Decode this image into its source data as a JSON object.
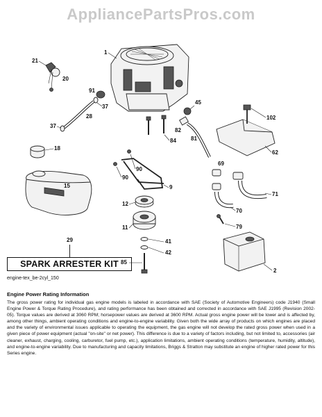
{
  "header": {
    "watermark": "AppliancePartsPros.com"
  },
  "callouts": {
    "c1": "1",
    "c21": "21",
    "c20": "20",
    "c91": "91",
    "c37a": "37",
    "c28": "28",
    "c37b": "37",
    "c45": "45",
    "c82": "82",
    "c84": "84",
    "c81": "81",
    "c102": "102",
    "c62": "62",
    "c18": "18",
    "c90a": "90",
    "c90b": "90",
    "c9": "9",
    "c15": "15",
    "c69": "69",
    "c71": "71",
    "c12": "12",
    "c70": "70",
    "c11": "11",
    "c79": "79",
    "c41": "41",
    "c42": "42",
    "c85": "85",
    "c2": "2"
  },
  "kit": {
    "number": "29",
    "label": "SPARK ARRESTER KIT"
  },
  "diagram_id": "engine-tex_be-2cyl_150",
  "power_info": {
    "title": "Engine Power Rating Information",
    "text": "The gross power rating for individual gas engine models is labeled in accordance with SAE (Society of Automotive Engineers) code J1940 (Small Engine Power & Torque Rating Procedure), and rating performance has been obtained and corrected in accordance with SAE J1995 (Revision 2002-05). Torque values are derived at 3060 RPM; horsepower values are derived at 3600 RPM. Actual gross engine power will be lower and is affected by, among other things, ambient operating conditions and engine-to-engine variability. Given both the wide array of products on which engines are placed and the variety of environmental issues applicable to operating the equipment, the gas engine will not develop the rated gross power when used in a given piece of power equipment (actual \"on-site\" or net power). This difference is due to a variety of factors including, but not limited to, accessories (air cleaner, exhaust, charging, cooling, carburetor, fuel pump, etc.), application limitations, ambient operating conditions (temperature, humidity, altitude), and engine-to-engine variability. Due to manufacturing and capacity limitations, Briggs & Stratton may substitute an engine of higher rated power for this Series engine."
  }
}
